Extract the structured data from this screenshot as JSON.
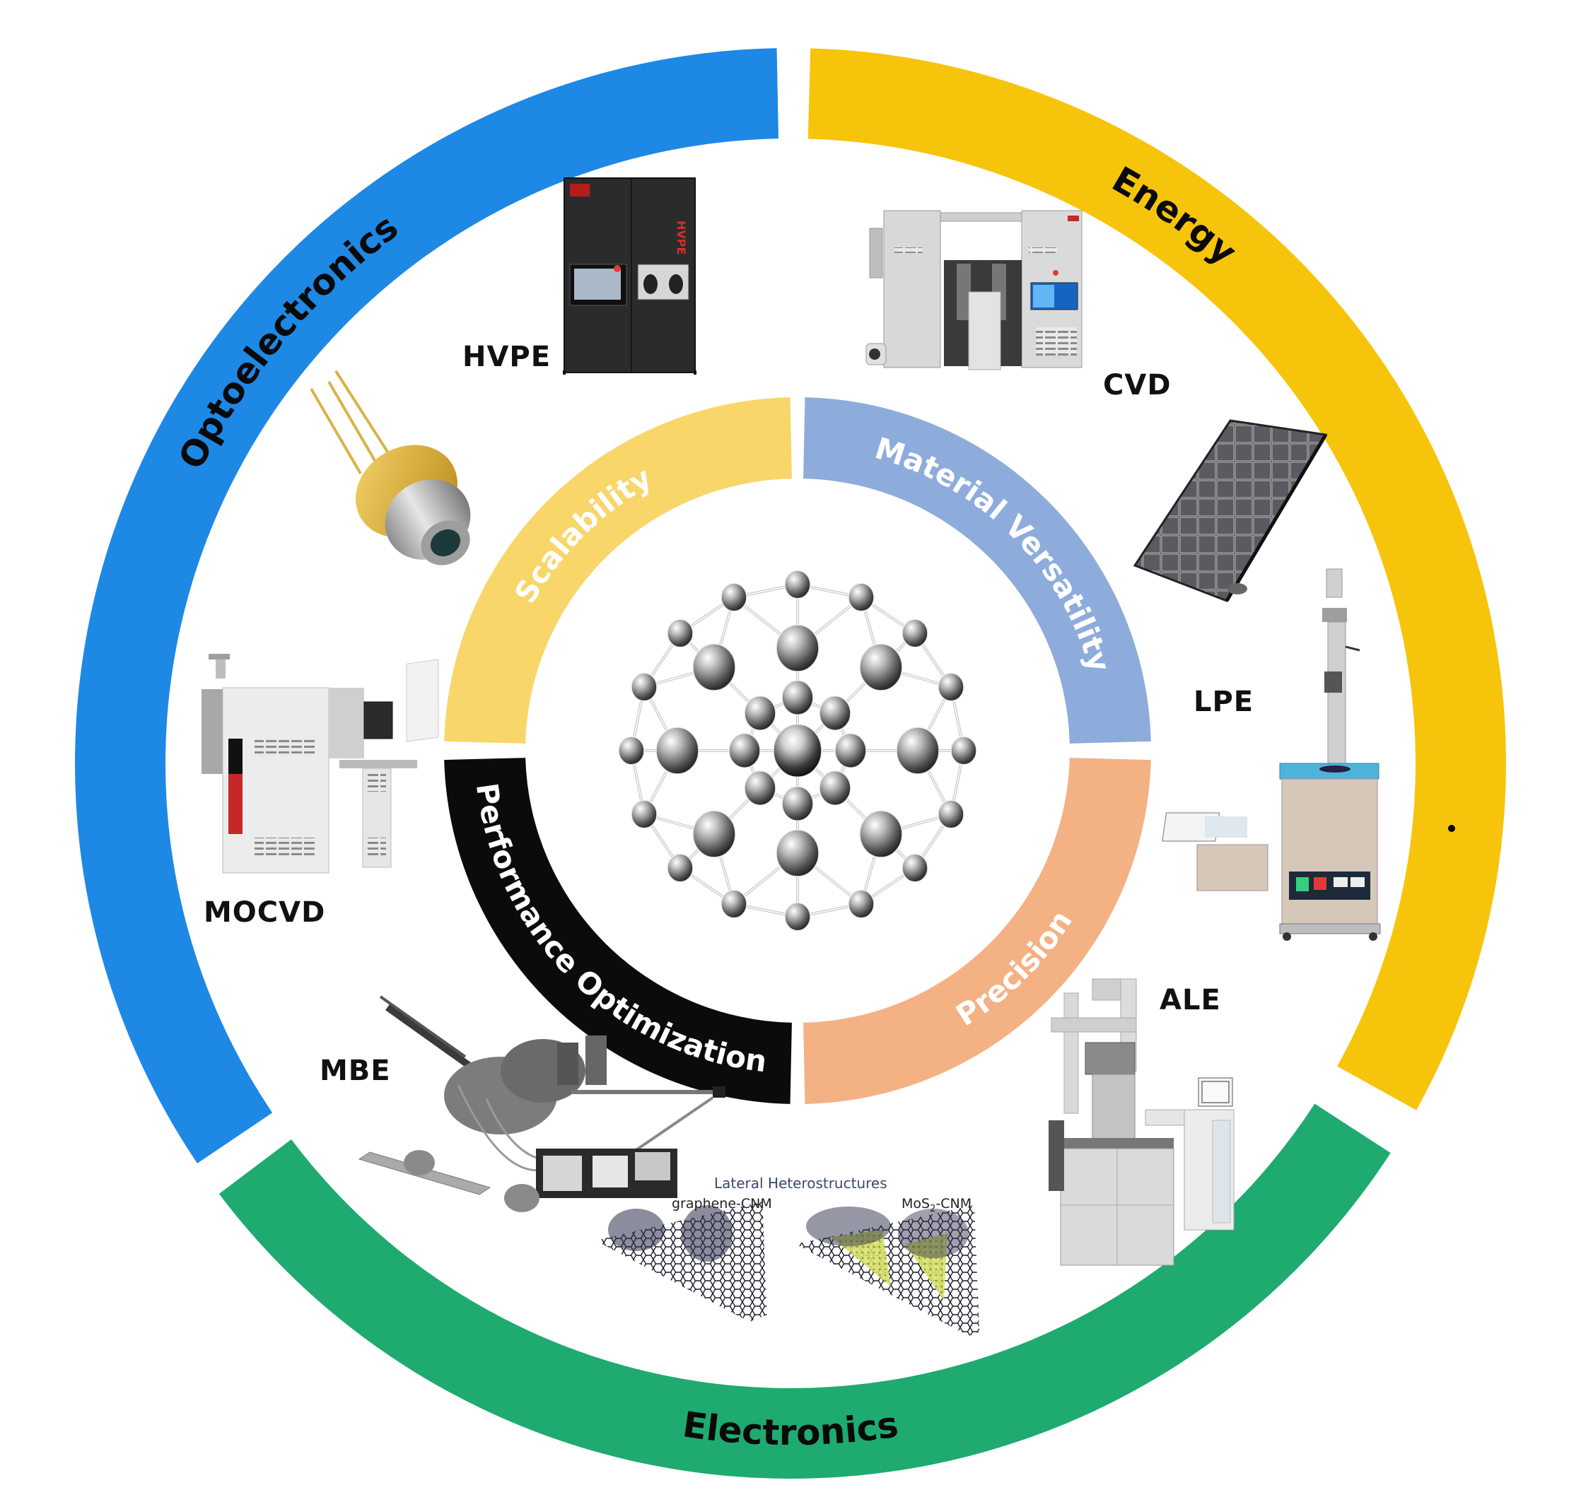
{
  "diagram": {
    "center_graphic": "crystal-lattice-molecule",
    "outer_ring": {
      "segments": [
        {
          "id": "optoelectronics",
          "label": "Optoelectronics",
          "color": "#1e88e5",
          "text_color": "#0a0a0a"
        },
        {
          "id": "energy",
          "label": "Energy",
          "color": "#f7c40c",
          "text_color": "#0a0a0a"
        },
        {
          "id": "electronics",
          "label": "Electronics",
          "color": "#1faa70",
          "text_color": "#0a0a0a"
        }
      ]
    },
    "inner_ring": {
      "segments": [
        {
          "id": "scalability",
          "label": "Scalability",
          "color": "#f8d66a",
          "text_color": "#ffffff"
        },
        {
          "id": "material-versatility",
          "label": "Material Versatility",
          "color": "#8eacdb",
          "text_color": "#ffffff"
        },
        {
          "id": "precision",
          "label": "Precision",
          "color": "#f4b183",
          "text_color": "#ffffff"
        },
        {
          "id": "performance-optimization",
          "label": "Performance Optimization",
          "color": "#0b0b0b",
          "text_color": "#ffffff"
        }
      ]
    },
    "equipment": [
      {
        "id": "hvpe",
        "label": "HVPE"
      },
      {
        "id": "cvd",
        "label": "CVD"
      },
      {
        "id": "lpe",
        "label": "LPE"
      },
      {
        "id": "ale",
        "label": "ALE"
      },
      {
        "id": "mbe",
        "label": "MBE"
      },
      {
        "id": "mocvd",
        "label": "MOCVD"
      }
    ],
    "applications": [
      {
        "id": "laser-diode",
        "label": "laser diode"
      },
      {
        "id": "solar-panel",
        "label": "solar panel"
      }
    ],
    "lateral_heterostructures": {
      "title": "Lateral Heterostructures",
      "left_label": "graphene-CNM",
      "right_label_main": "MoS",
      "right_label_sub": "2",
      "right_label_suffix": "-CNM"
    }
  }
}
